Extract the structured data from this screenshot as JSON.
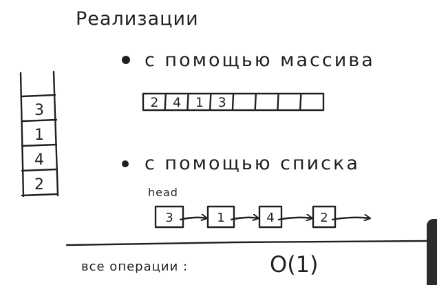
{
  "title": "Реализации",
  "array_section": {
    "bullet_text": "с помощью массива",
    "cells": [
      "2",
      "4",
      "1",
      "3",
      "",
      "",
      "",
      ""
    ]
  },
  "list_section": {
    "bullet_text": "с помощью списка",
    "head_label": "head",
    "nodes": [
      "3",
      "1",
      "4",
      "2"
    ]
  },
  "stack": {
    "items": [
      "3",
      "1",
      "4",
      "2"
    ]
  },
  "footer": {
    "label": "все операции :",
    "complexity": "O(1)"
  },
  "colors": {
    "ink": "#1f1f24",
    "background": "#ffffff",
    "edge": "#2b2b2b"
  }
}
